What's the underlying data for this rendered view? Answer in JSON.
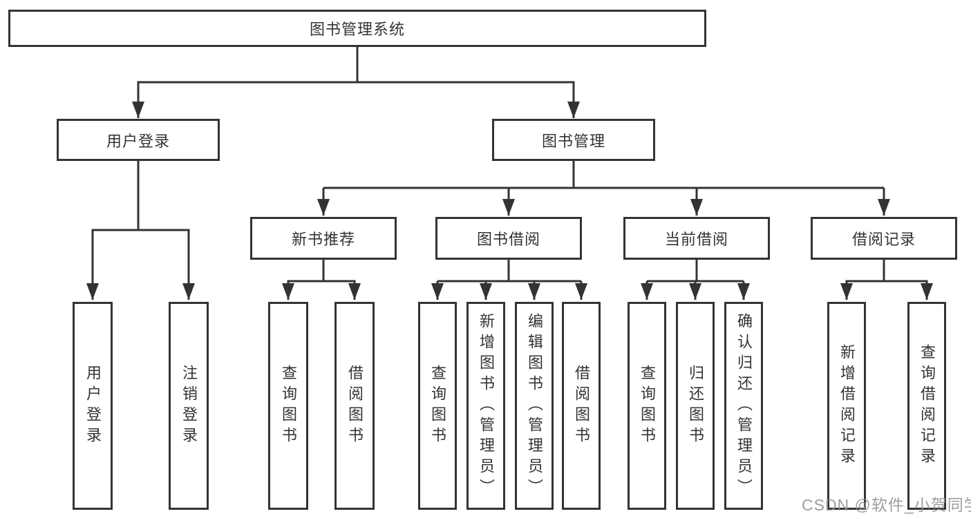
{
  "tree": {
    "label": "图书管理系统",
    "children": [
      {
        "label": "用户登录",
        "children": [
          {
            "label": "用户登录"
          },
          {
            "label": "注销登录"
          }
        ]
      },
      {
        "label": "图书管理",
        "children": [
          {
            "label": "新书推荐",
            "children": [
              {
                "label": "查询图书"
              },
              {
                "label": "借阅图书"
              }
            ]
          },
          {
            "label": "图书借阅",
            "children": [
              {
                "label": "查询图书"
              },
              {
                "label": "新增图书（管理员）"
              },
              {
                "label": "编辑图书（管理员）"
              },
              {
                "label": "借阅图书"
              }
            ]
          },
          {
            "label": "当前借阅",
            "children": [
              {
                "label": "查询图书"
              },
              {
                "label": "归还图书"
              },
              {
                "label": "确认归还（管理员）"
              }
            ]
          },
          {
            "label": "借阅记录",
            "children": [
              {
                "label": "新增借阅记录"
              },
              {
                "label": "查询借阅记录"
              }
            ]
          }
        ]
      }
    ]
  },
  "watermark": {
    "text": "CSDN @软件_小贺同学",
    "color": "#8c8c91"
  },
  "colors": {
    "background": "#ffffff",
    "box_fill": "#ffffff",
    "box_border": "#333333",
    "connector_line": "#333333",
    "text": "#333333"
  }
}
